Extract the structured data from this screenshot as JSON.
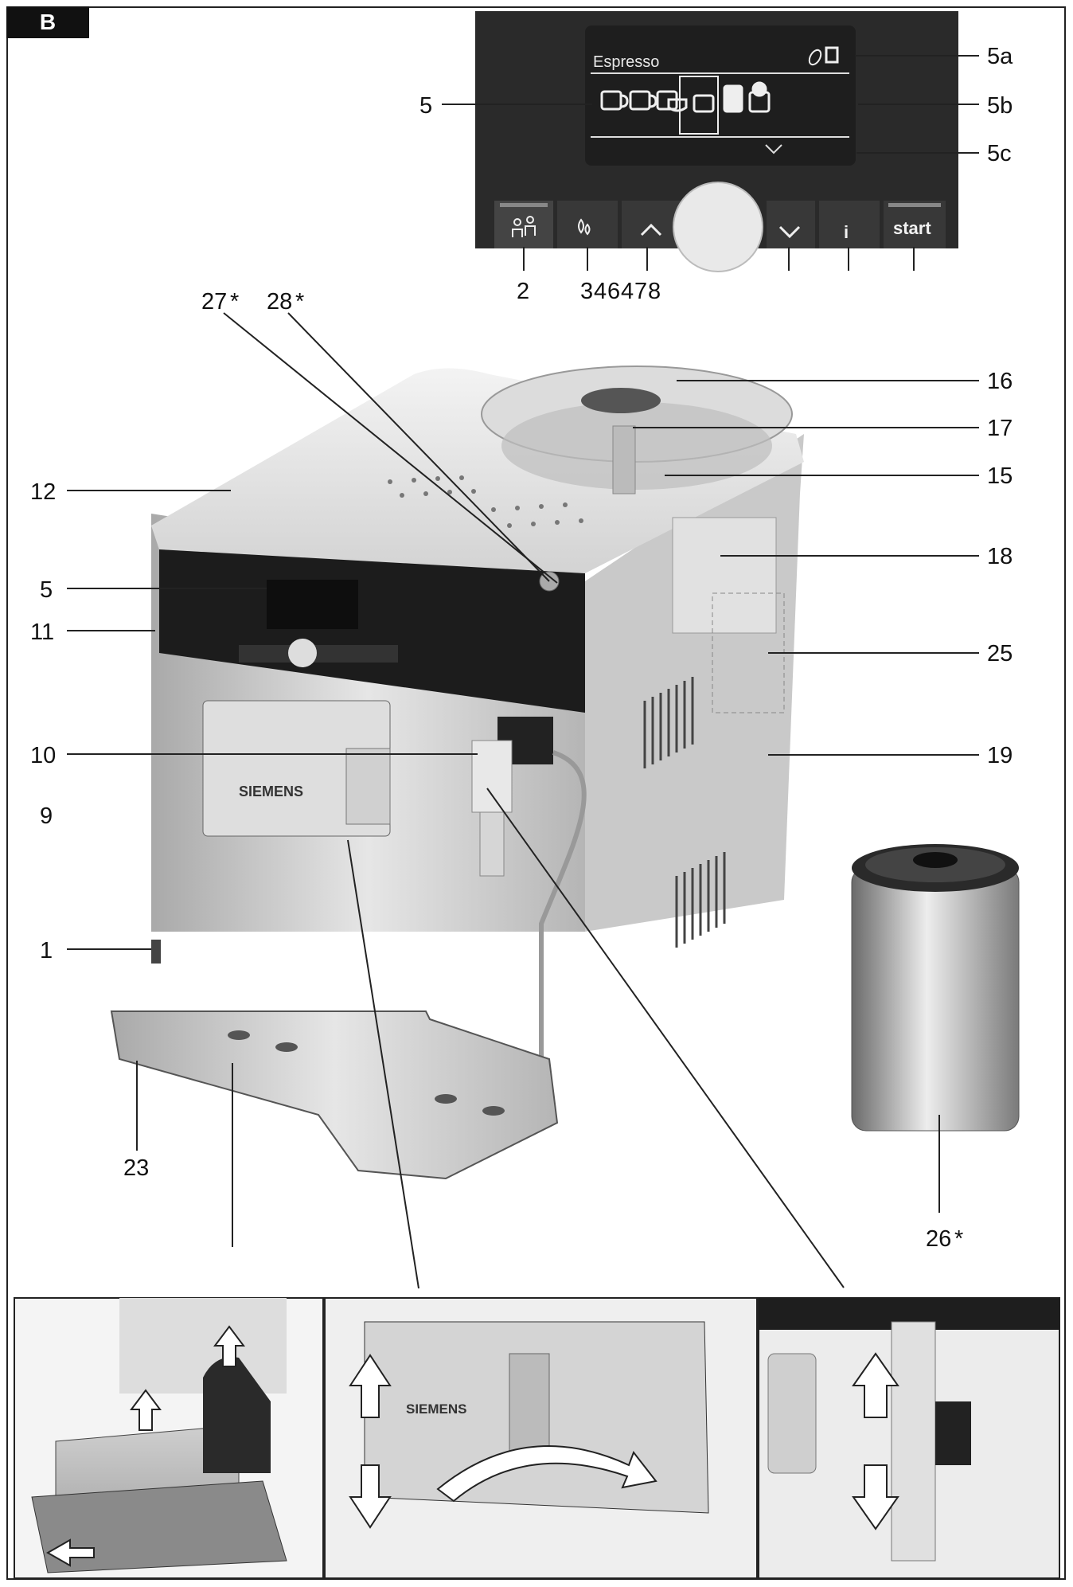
{
  "figure_tag": "B",
  "panel": {
    "display_title": "Espresso",
    "buttons": [
      "start"
    ],
    "info_glyph": "i",
    "icons": [
      "people-icon",
      "drop-icon",
      "chevron-up-icon",
      "rotary-knob",
      "chevron-down-icon",
      "info-icon",
      "start-button"
    ]
  },
  "brand": "SIEMENS",
  "labels": {
    "l5a": "5a",
    "l5b": "5b",
    "l5c": "5c",
    "l5_top": "5",
    "l2": "2",
    "l3": "3",
    "l4": "4",
    "l6": "6",
    "l4b": "4",
    "l7": "7",
    "l8": "8",
    "l27": "27",
    "l28": "28",
    "star": "*",
    "l16": "16",
    "l17": "17",
    "l15": "15",
    "l12": "12",
    "l18": "18",
    "l5": "5",
    "l11": "11",
    "l25": "25",
    "l10": "10",
    "l19": "19",
    "l9": "9",
    "l1": "1",
    "l23": "23",
    "l26": "26"
  },
  "colors": {
    "tag_bg": "#111111",
    "screen_bg": "#1e1e1e",
    "panel_bg": "#2a2a2a",
    "steel": "#cfcfcf"
  }
}
